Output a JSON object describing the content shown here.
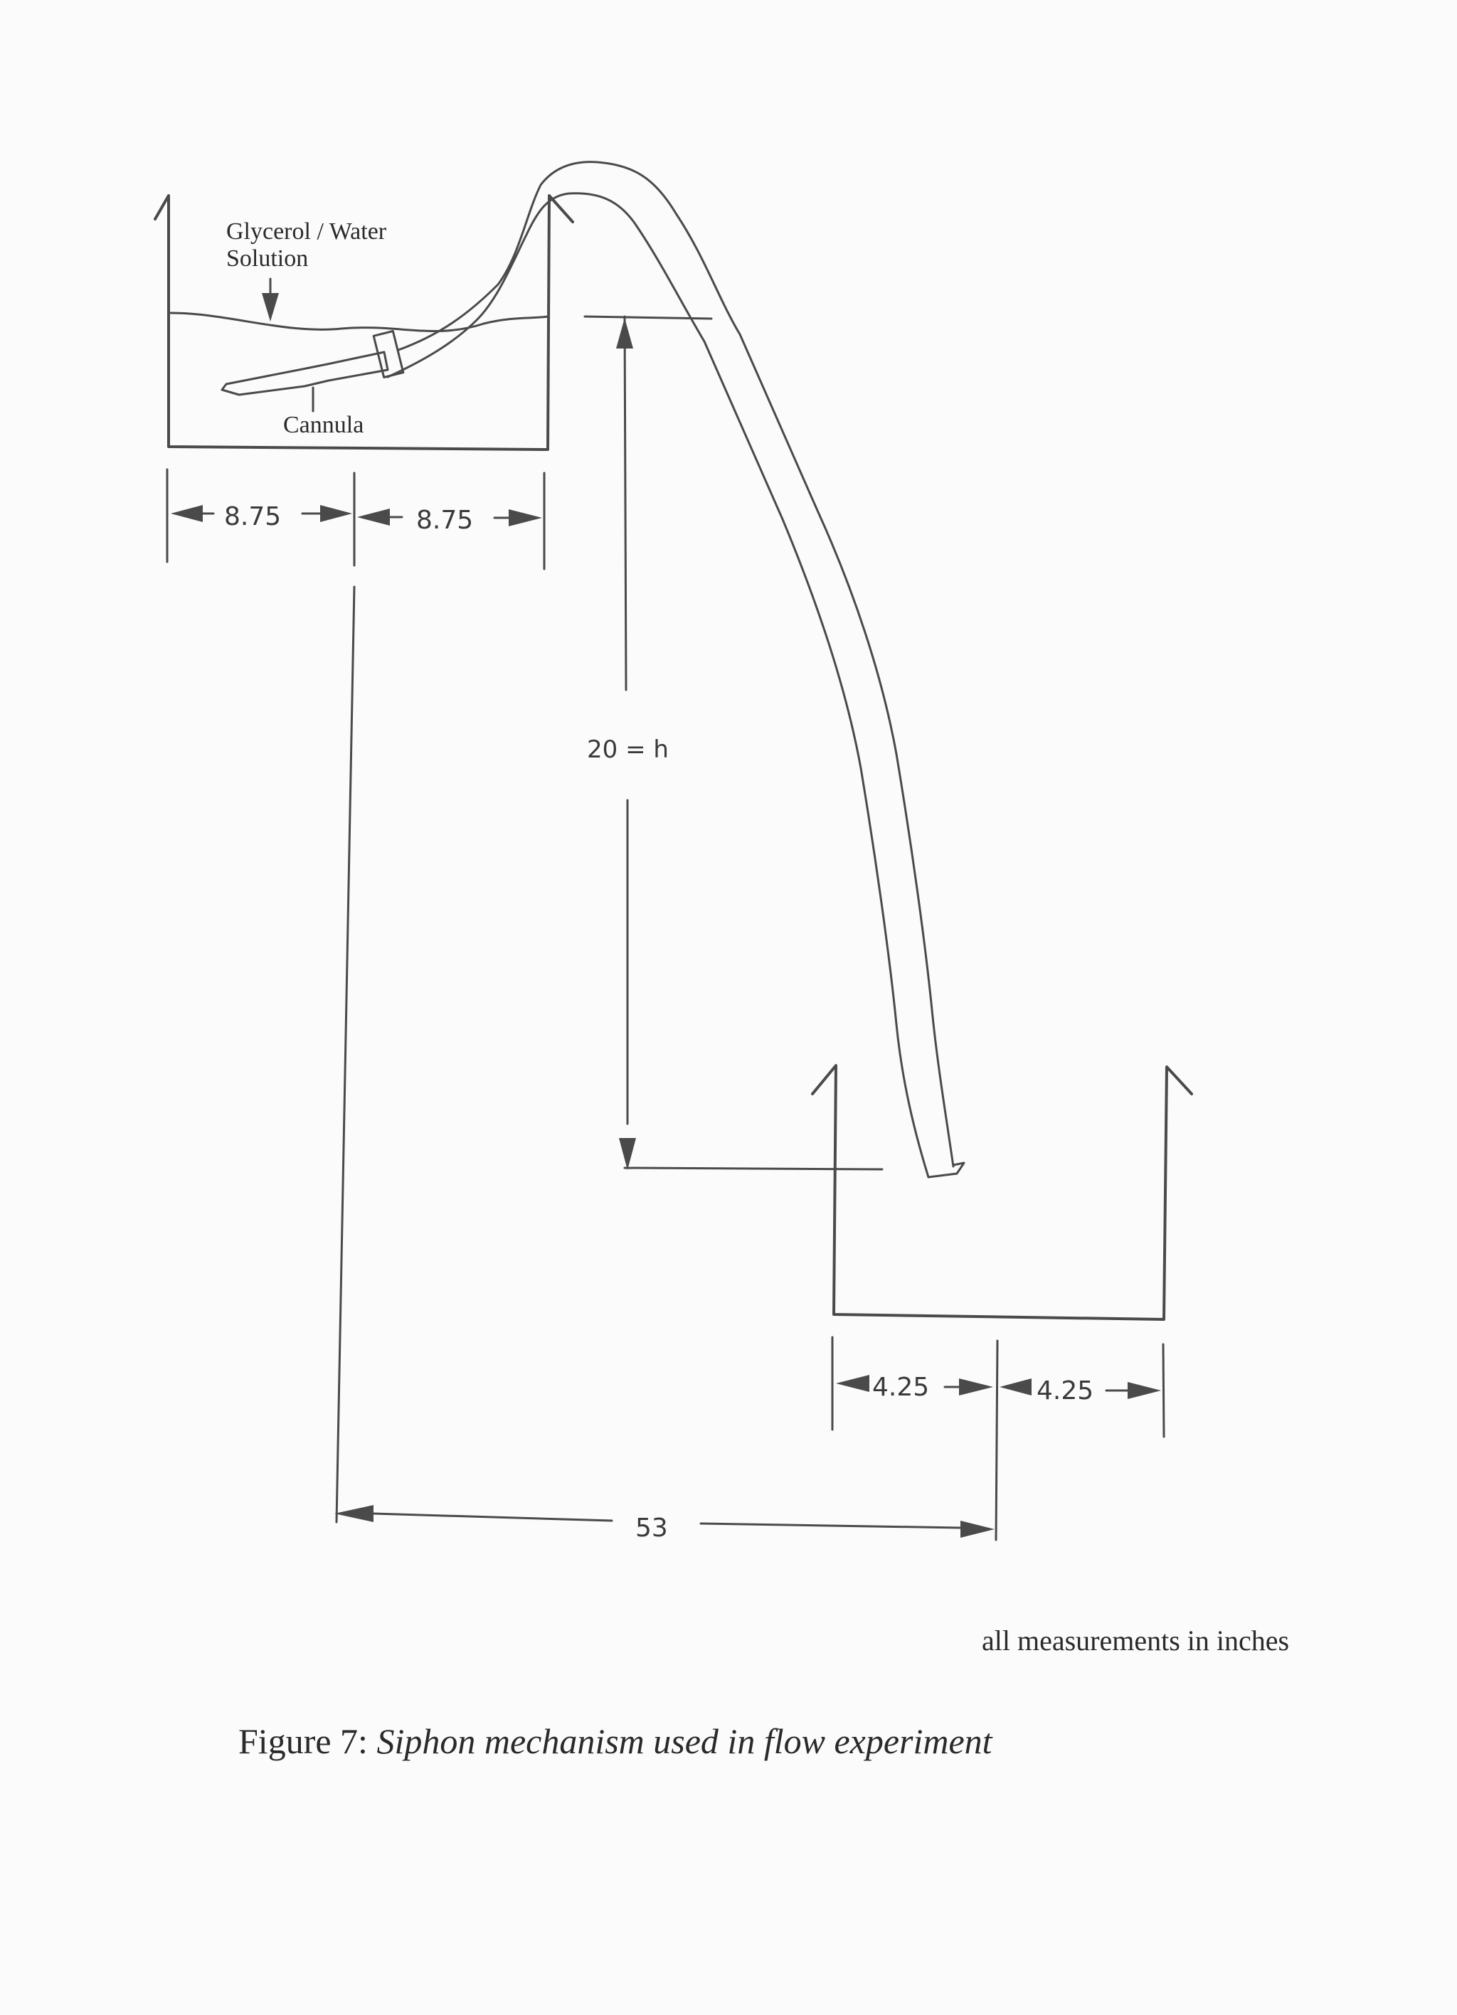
{
  "labels": {
    "solution_line1": "Glycerol / Water",
    "solution_line2": "Solution",
    "cannula": "Cannula",
    "upper_dim_left": "8.75",
    "upper_dim_right": "8.75",
    "height_dim": "20 = h",
    "lower_dim_left": "4.25",
    "lower_dim_right": "4.25",
    "horizontal_dim": "53",
    "units_note": "all measurements in inches"
  },
  "caption": {
    "prefix": "Figure 7: ",
    "text": "Siphon mechanism used in flow experiment"
  }
}
